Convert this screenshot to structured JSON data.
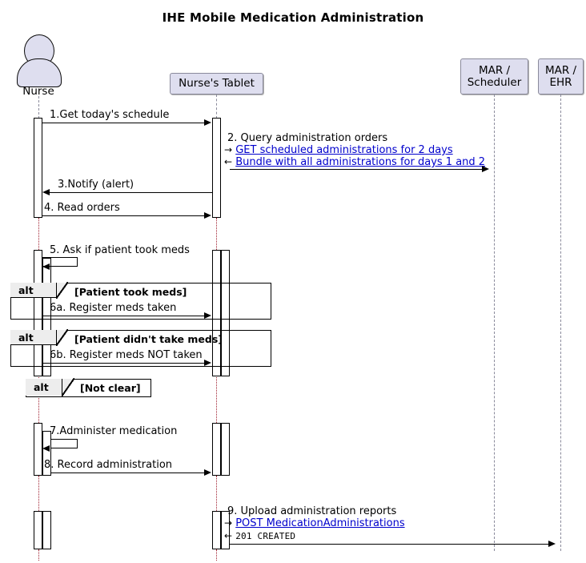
{
  "title": "IHE Mobile Medication Administration",
  "participants": [
    {
      "id": "nurse",
      "label": "Nurse",
      "type": "actor"
    },
    {
      "id": "tablet",
      "label": "Nurse's Tablet",
      "type": "participant"
    },
    {
      "id": "scheduler",
      "label": "MAR /\nScheduler",
      "line1": "MAR /",
      "line2": "Scheduler",
      "type": "participant"
    },
    {
      "id": "ehr",
      "label": "MAR /\nEHR",
      "line1": "MAR /",
      "line2": "EHR",
      "type": "participant"
    }
  ],
  "messages": [
    {
      "num": "1",
      "text": "1.Get today's schedule",
      "from": "nurse",
      "to": "tablet",
      "kind": "sync"
    },
    {
      "num": "2",
      "text": "2. Query administration orders",
      "from": "tablet",
      "to": "scheduler",
      "kind": "sync",
      "details": [
        {
          "dir": "right",
          "arrow": "→",
          "text": "GET scheduled administrations for 2 days",
          "link": true
        },
        {
          "dir": "left",
          "arrow": "←",
          "text": "Bundle with all administrations for days 1 and 2",
          "link": true
        }
      ]
    },
    {
      "num": "3",
      "text": "3.Notify (alert)",
      "from": "tablet",
      "to": "nurse",
      "kind": "return"
    },
    {
      "num": "4",
      "text": "4. Read orders",
      "from": "nurse",
      "to": "tablet",
      "kind": "sync"
    },
    {
      "num": "5",
      "text": "5. Ask if patient took meds",
      "from": "nurse",
      "to": "nurse",
      "kind": "self"
    },
    {
      "num": "6a",
      "text": "6a. Register meds taken",
      "from": "nurse",
      "to": "tablet",
      "kind": "sync"
    },
    {
      "num": "6b",
      "text": "6b. Register meds NOT taken",
      "from": "nurse",
      "to": "tablet",
      "kind": "sync"
    },
    {
      "num": "7",
      "text": "7.Administer medication",
      "from": "nurse",
      "to": "nurse",
      "kind": "self"
    },
    {
      "num": "8",
      "text": "8. Record administration",
      "from": "nurse",
      "to": "tablet",
      "kind": "sync"
    },
    {
      "num": "9",
      "text": "9. Upload administration reports",
      "from": "tablet",
      "to": "ehr",
      "kind": "sync",
      "details": [
        {
          "dir": "right",
          "arrow": "→",
          "text": "POST MedicationAdministrations",
          "link": true
        },
        {
          "dir": "left",
          "arrow": "←",
          "text": "201  CREATED",
          "link": false,
          "mono": true
        }
      ]
    }
  ],
  "fragments": [
    {
      "op": "alt",
      "condition": "[Patient took meds]"
    },
    {
      "op": "alt",
      "condition": "[Patient didn't take meds]"
    },
    {
      "op": "alt",
      "condition": "[Not clear]"
    }
  ],
  "colors": {
    "participant_fill": "#DEDEEF",
    "participant_border": "#8A8A9B",
    "lifeline": "#8A8A9B",
    "lifeline_gap": "#A02030",
    "link": "#0000CC",
    "frame_label_fill": "#EDEDED",
    "line": "#000000"
  }
}
